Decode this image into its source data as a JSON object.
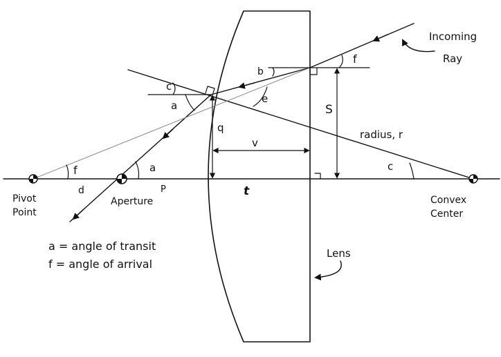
{
  "labels": {
    "incoming_ray": [
      "Incoming",
      "Ray"
    ],
    "pivot_point": [
      "Pivot",
      "Point"
    ],
    "aperture": "Aperture",
    "convex_center": [
      "Convex",
      "Center"
    ],
    "lens": "Lens",
    "radius": "radius, r",
    "angle_f_top": "f",
    "angle_f_bottom": "f",
    "angle_b": "b",
    "angle_c_top": "c",
    "angle_c_bottom": "c",
    "angle_a_upper": "a",
    "angle_a_lower": "a",
    "angle_e": "e",
    "dist_d": "d",
    "dist_p": "P",
    "dist_t": "t",
    "dist_q": "q",
    "dist_v": "v",
    "dist_s": "S"
  },
  "legend": [
    "a = angle of transit",
    "f = angle of arrival"
  ],
  "colors": {
    "ink": "#111111",
    "construction": "#8a8a8a",
    "background": "#ffffff"
  }
}
